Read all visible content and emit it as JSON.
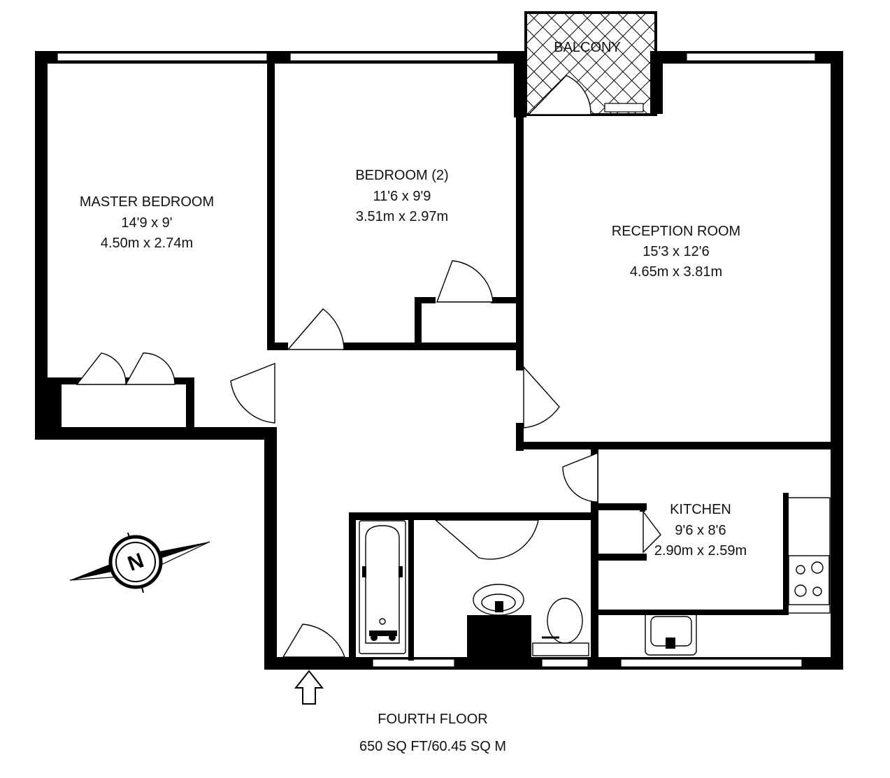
{
  "rooms": {
    "master_bedroom": {
      "name": "MASTER BEDROOM",
      "imperial": "14'9 x 9'",
      "metric": "4.50m x 2.74m"
    },
    "bedroom_2": {
      "name": "BEDROOM (2)",
      "imperial": "11'6 x 9'9",
      "metric": "3.51m x 2.97m"
    },
    "reception": {
      "name": "RECEPTION ROOM",
      "imperial": "15'3 x 12'6",
      "metric": "4.65m x 3.81m"
    },
    "kitchen": {
      "name": "KITCHEN",
      "imperial": "9'6 x 8'6",
      "metric": "2.90m x 2.59m"
    },
    "balcony": {
      "name": "BALCONY"
    }
  },
  "floor": {
    "name": "FOURTH FLOOR",
    "area": "650 SQ FT/60.45 SQ M"
  },
  "compass": {
    "letter": "N",
    "icon": "compass-icon"
  },
  "entrance": {
    "icon": "entrance-arrow-icon"
  },
  "colors": {
    "wall": "#000000",
    "background": "#ffffff"
  }
}
